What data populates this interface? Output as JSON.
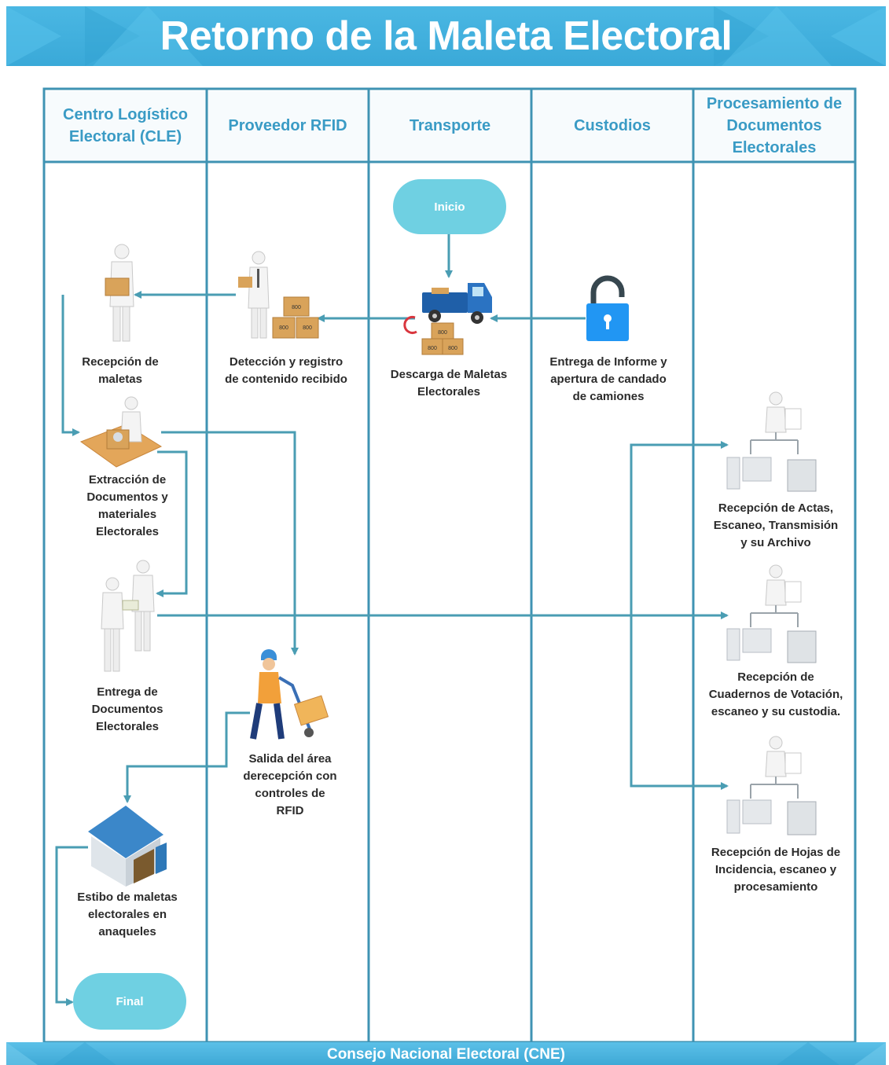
{
  "title": "Retorno de la Maleta Electoral",
  "footer": "Consejo Nacional Electoral (CNE)",
  "lanes": [
    "Centro Logístico\nElectoral (CLE)",
    "Proveedor RFID",
    "Transporte",
    "Custodios",
    "Procesamiento de\nDocumentos\nElectorales"
  ],
  "terminals": {
    "start": "Inicio",
    "end": "Final"
  },
  "steps": {
    "descarga": "Descarga de Maletas\nElectorales",
    "entrega_informe": "Entrega de Informe y\napertura de candado\nde camiones",
    "deteccion": "Detección y registro\nde contenido recibido",
    "recepcion_maletas": "Recepción de\nmaletas",
    "extraccion": "Extracción de\nDocumentos y\nmateriales\nElectorales",
    "entrega_documentos": "Entrega de\nDocumentos\nElectorales",
    "salida": "Salida del área\nderecepción con\ncontroles de\nRFID",
    "estibo": "Estibo de maletas\nelectorales en\nanaqueles",
    "recepcion_actas": "Recepción de Actas,\nEscaneo, Transmisión\ny su Archivo",
    "recepcion_cuadernos": "Recepción de\nCuadernos de Votación,\nescaneo y su custodia.",
    "recepcion_hojas": "Recepción de Hojas de\nIncidencia, escaneo y\nprocesamiento"
  },
  "box_marking": "800",
  "colors": {
    "banner": "#3aa9d8",
    "lane_line": "#3f93b3",
    "lane_header_text": "#3a9bc5",
    "terminal": "#6fd0e2",
    "arrow": "#4a9db3",
    "truck": "#1f5fa8",
    "lock": "#2196f3",
    "box": "#d9a35a"
  },
  "icons": [
    "person-icon",
    "boxes-icon",
    "truck-icon",
    "padlock-icon",
    "desk-box-icon",
    "handover-icon",
    "worker-cart-icon",
    "warehouse-icon",
    "office-workstation-icon"
  ]
}
